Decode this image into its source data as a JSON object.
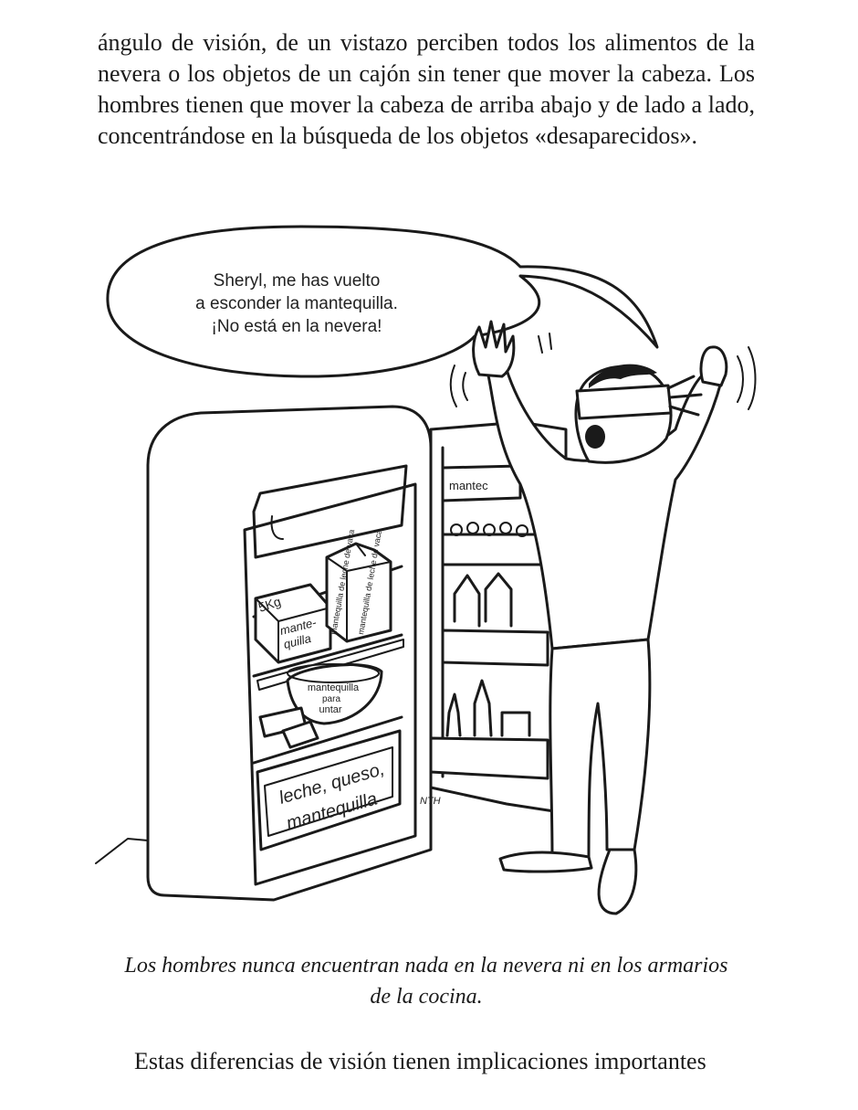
{
  "body_text": {
    "paragraph_top": "ángulo de visión, de un vistazo perciben todos los alimentos de la nevera o los objetos de un cajón sin tener que mover la cabeza. Los hombres tienen que mover la cabeza de arriba abajo y de lado a lado, concentrándose en la búsqueda de los objetos «desaparecidos».",
    "paragraph_bottom": "Estas diferencias de visión tienen implicaciones importantes"
  },
  "illustration": {
    "speech_bubble": {
      "line1": "Sheryl, me has vuelto",
      "line2": "a esconder la mantequilla.",
      "line3": "¡No está en la nevera!"
    },
    "labels": {
      "door_box": "mantec",
      "box_front_line1": "mante-",
      "box_front_line2": "quilla",
      "box_side": "5Kg",
      "carton_left": "mantequilla de leche de vaca",
      "carton_right": "mantequilla de leche de vaca",
      "bowl_line1": "mantequilla",
      "bowl_line2": "para",
      "bowl_line3": "untar",
      "drawer_line1": "leche, queso,",
      "drawer_line2": "mantequilla",
      "signature": "NTH"
    }
  },
  "caption": {
    "line1": "Los hombres nunca encuentran nada en la nevera ni en los armarios",
    "line2": "de la cocina."
  }
}
